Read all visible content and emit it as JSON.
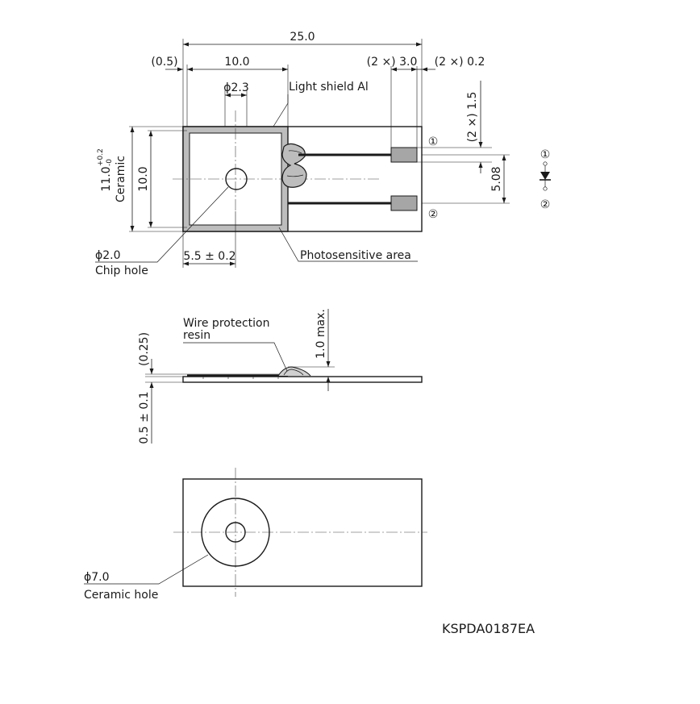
{
  "dimensions": {
    "overall_length": "25.0",
    "left_offset": "(0.5)",
    "chip_width": "10.0",
    "lead_spacing": "(2 ×) 3.0",
    "lead_end": "(2 ×) 0.2",
    "lead_width": "(2 ×) 1.5",
    "aperture_dia": "ϕ2.3",
    "ceramic_height": "11.0",
    "ceramic_tol_upper": "+0.2",
    "ceramic_tol_lower": "-0",
    "ceramic_word": "Ceramic",
    "chip_height": "10.0",
    "pitch": "5.08",
    "center_offset": "5.5 ± 0.2",
    "resin_height": "1.0 max.",
    "resin_gap": "(0.25)",
    "thickness": "0.5 ± 0.1"
  },
  "labels": {
    "light_shield": "Light shield Al",
    "photosensitive": "Photosensitive area",
    "chip_hole_dia": "ϕ2.0",
    "chip_hole": "Chip hole",
    "wire_protection_1": "Wire protection",
    "wire_protection_2": "resin",
    "ceramic_hole_dia": "ϕ7.0",
    "ceramic_hole": "Ceramic hole",
    "pin1": "①",
    "pin2": "②"
  },
  "drawing_code": "KSPDA0187EA"
}
